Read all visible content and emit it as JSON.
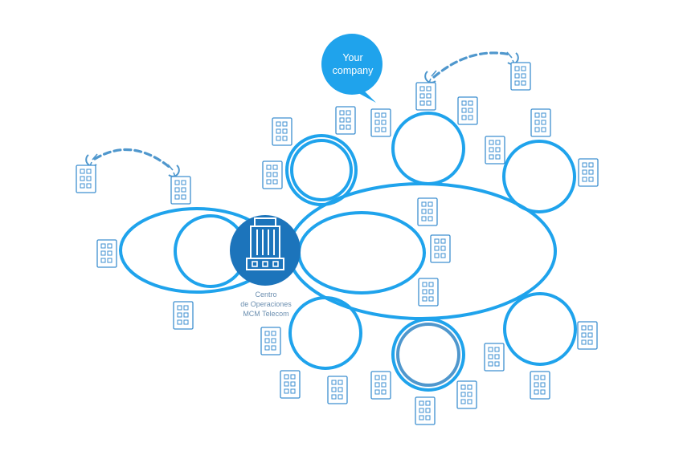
{
  "hub": {
    "label_lines": [
      "Centro",
      "de Operaciones",
      "MCM Telecom"
    ]
  },
  "bubble": {
    "label_lines": [
      "Your",
      "company"
    ]
  },
  "colors": {
    "ring": "#1fa3ec",
    "ring_dark": "#4f97cd",
    "hub_fill": "#1c74bb",
    "bubble_fill": "#1fa3ec",
    "building_stroke": "#3d8fd0",
    "label_text": "#6c8fb0"
  },
  "icons": [
    "building-icon",
    "satellite-dish-icon",
    "server-tower-icon",
    "speech-bubble-icon"
  ]
}
